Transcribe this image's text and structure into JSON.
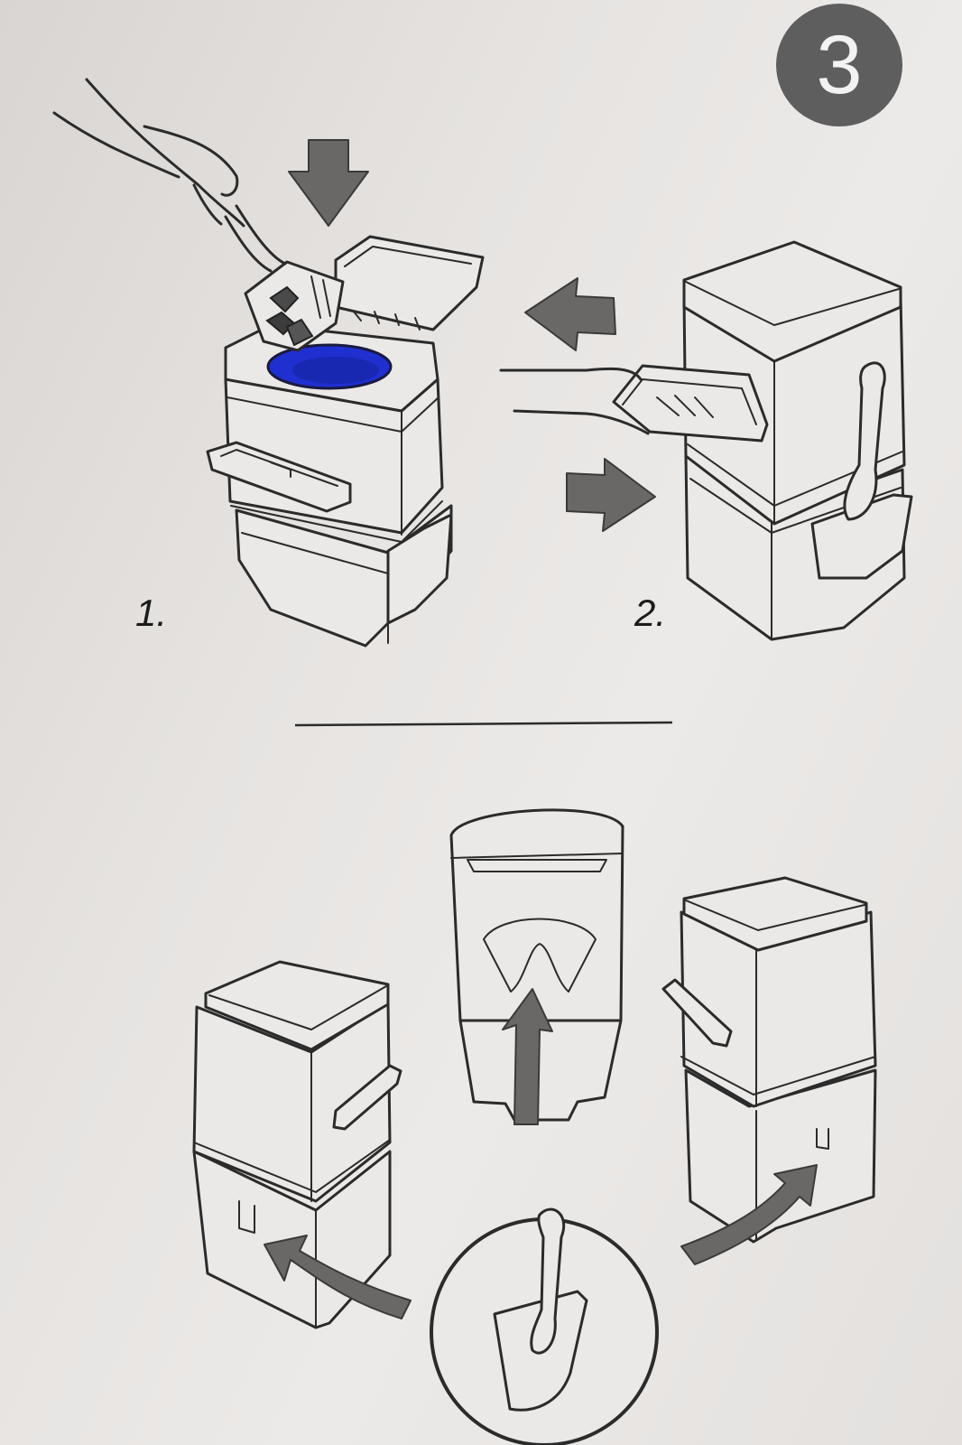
{
  "page_number": "3",
  "steps": [
    {
      "label": "1."
    },
    {
      "label": "2."
    }
  ],
  "colors": {
    "page_badge": "#5f5e5f",
    "bin_liner": "#1f2fd0",
    "arrow": "#6a6867",
    "line": "#2b2b2b"
  },
  "icons": [
    "down-arrow-icon",
    "left-arrow-icon",
    "right-arrow-icon",
    "curved-arrow-icon"
  ]
}
